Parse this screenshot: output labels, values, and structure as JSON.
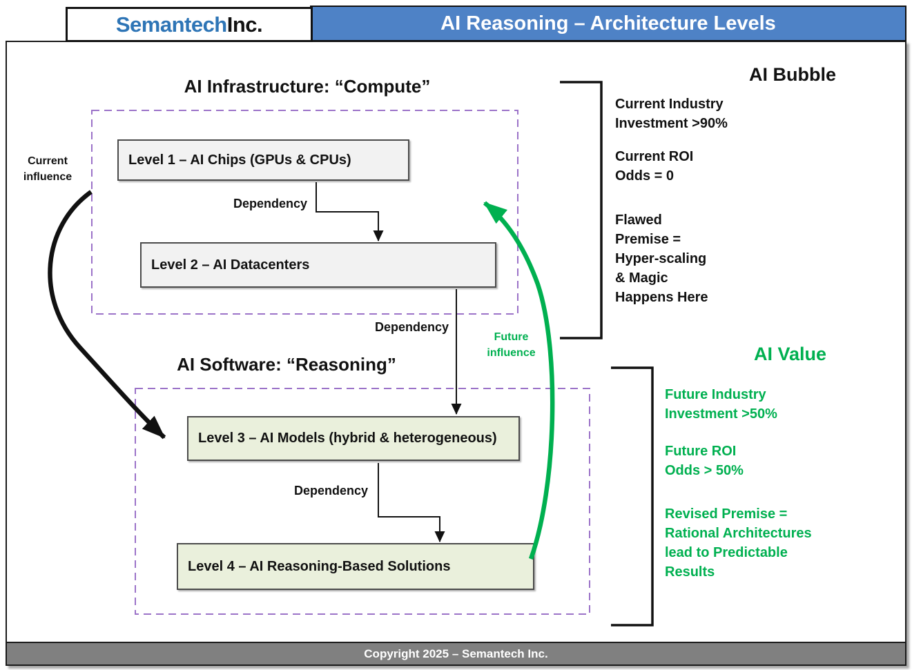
{
  "header": {
    "brand": {
      "name_colored": "Semantech",
      "name_suffix": " Inc."
    },
    "title": "AI Reasoning – Architecture Levels"
  },
  "sections": {
    "infrastructure_title": "AI Infrastructure: “Compute”",
    "software_title": "AI Software: “Reasoning”"
  },
  "levels": [
    {
      "label": "Level 1 – AI Chips (GPUs & CPUs)"
    },
    {
      "label": "Level 2 – AI Datacenters"
    },
    {
      "label": "Level 3 – AI Models (hybrid & heterogeneous)"
    },
    {
      "label": "Level 4 – AI Reasoning-Based Solutions"
    }
  ],
  "connectors": {
    "dependency": "Dependency",
    "current_influence": "Current\ninfluence",
    "future_influence": "Future\ninfluence"
  },
  "ai_bubble": {
    "heading": "AI Bubble",
    "investment": "Current Industry\nInvestment >90%",
    "roi": "Current ROI\nOdds = 0",
    "premise": "Flawed\nPremise =\nHyper-scaling\n& Magic\nHappens Here"
  },
  "ai_value": {
    "heading": "AI Value",
    "investment": "Future Industry\nInvestment >50%",
    "roi": "Future ROI\nOdds > 50%",
    "premise": "Revised Premise =\nRational Architectures\nlead to Predictable\nResults"
  },
  "footer": {
    "copyright": "Copyright 2025 – Semantech Inc."
  },
  "colors": {
    "header_blue": "#4E82C6",
    "brand_blue": "#2E75B6",
    "accent_green": "#00B050",
    "dashed_purple": "#9B72C8",
    "box_gray_fill": "#F2F2F2",
    "box_green_fill": "#EAF0DC",
    "footer_gray": "#808080"
  }
}
